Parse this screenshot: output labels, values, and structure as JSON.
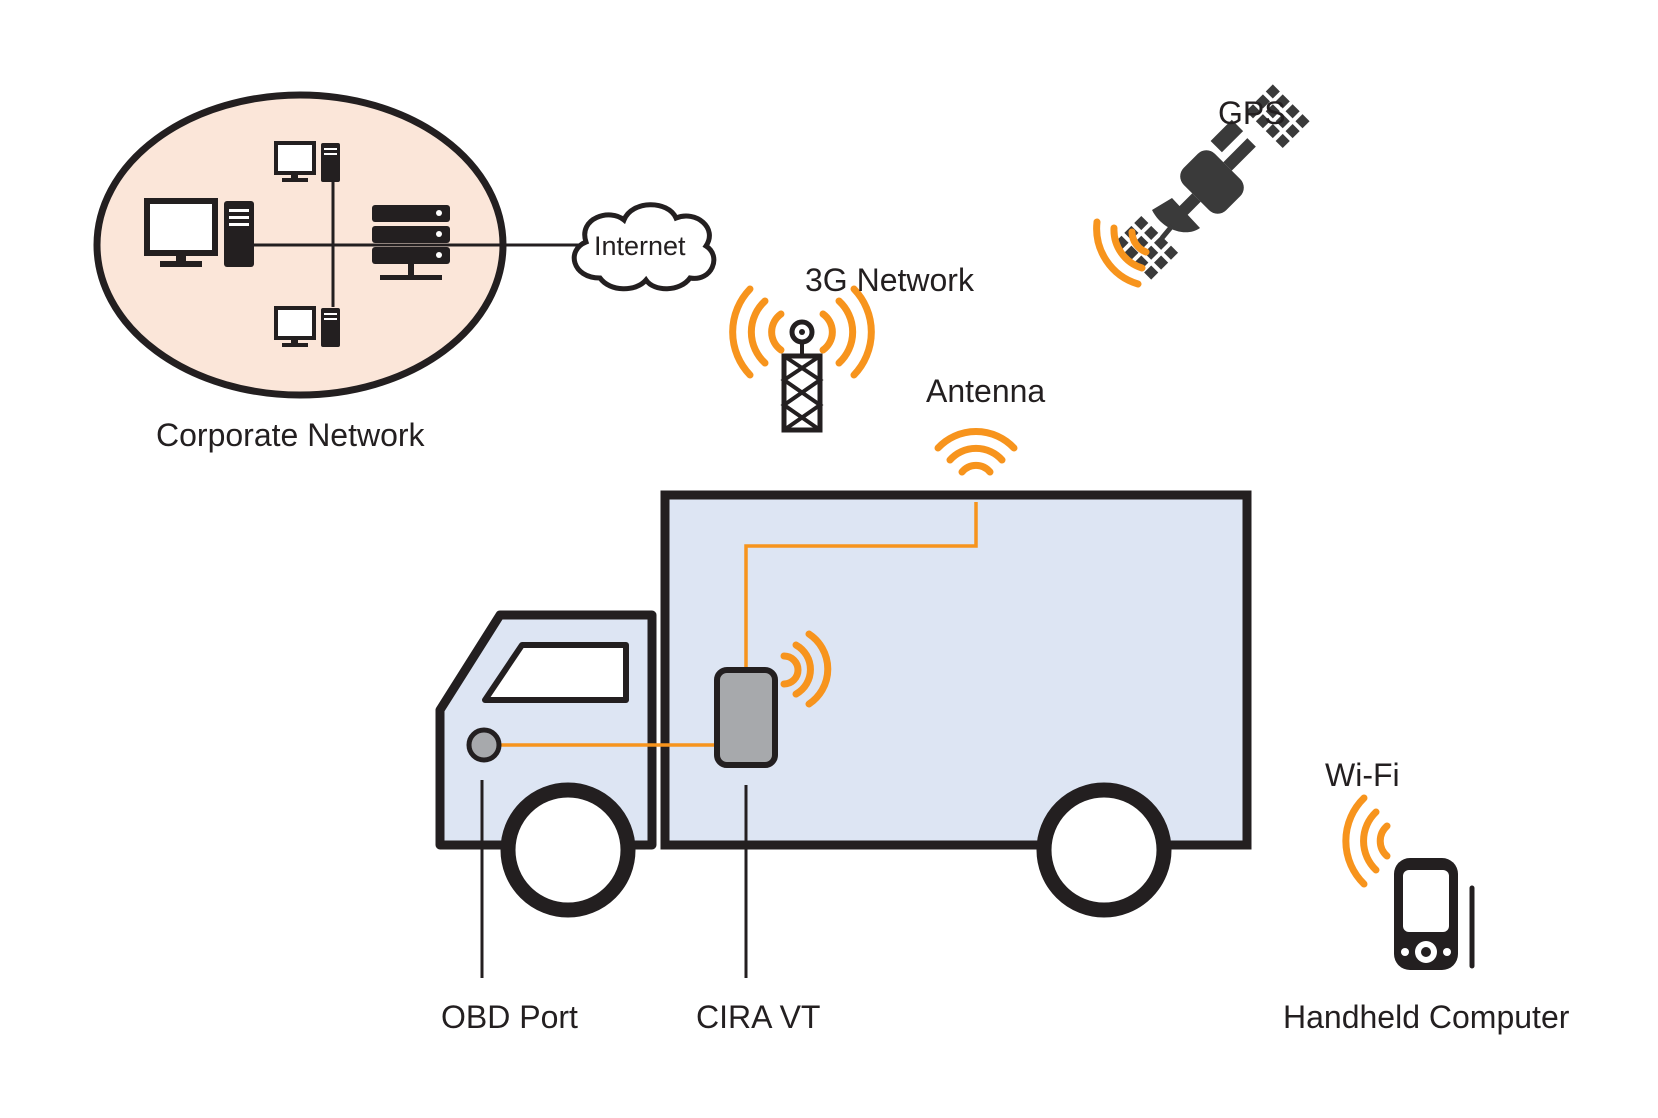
{
  "labels": {
    "corporate_network": "Corporate Network",
    "internet": "Internet",
    "network_3g": "3G Network",
    "gps": "GPS",
    "antenna": "Antenna",
    "obd_port": "OBD Port",
    "cira_vt": "CIRA VT",
    "wifi": "Wi-Fi",
    "handheld_computer": "Handheld Computer"
  },
  "colors": {
    "signal_orange": "#f7941d",
    "outline_black": "#231f20",
    "corporate_fill": "#fbe6d9",
    "truck_body_fill": "#dde5f3",
    "device_gray": "#a7a9ac"
  },
  "icons": [
    "desktop-computer-icon",
    "server-rack-icon",
    "cloud-icon",
    "cell-tower-icon",
    "satellite-icon",
    "handheld-pda-icon",
    "truck-icon"
  ]
}
